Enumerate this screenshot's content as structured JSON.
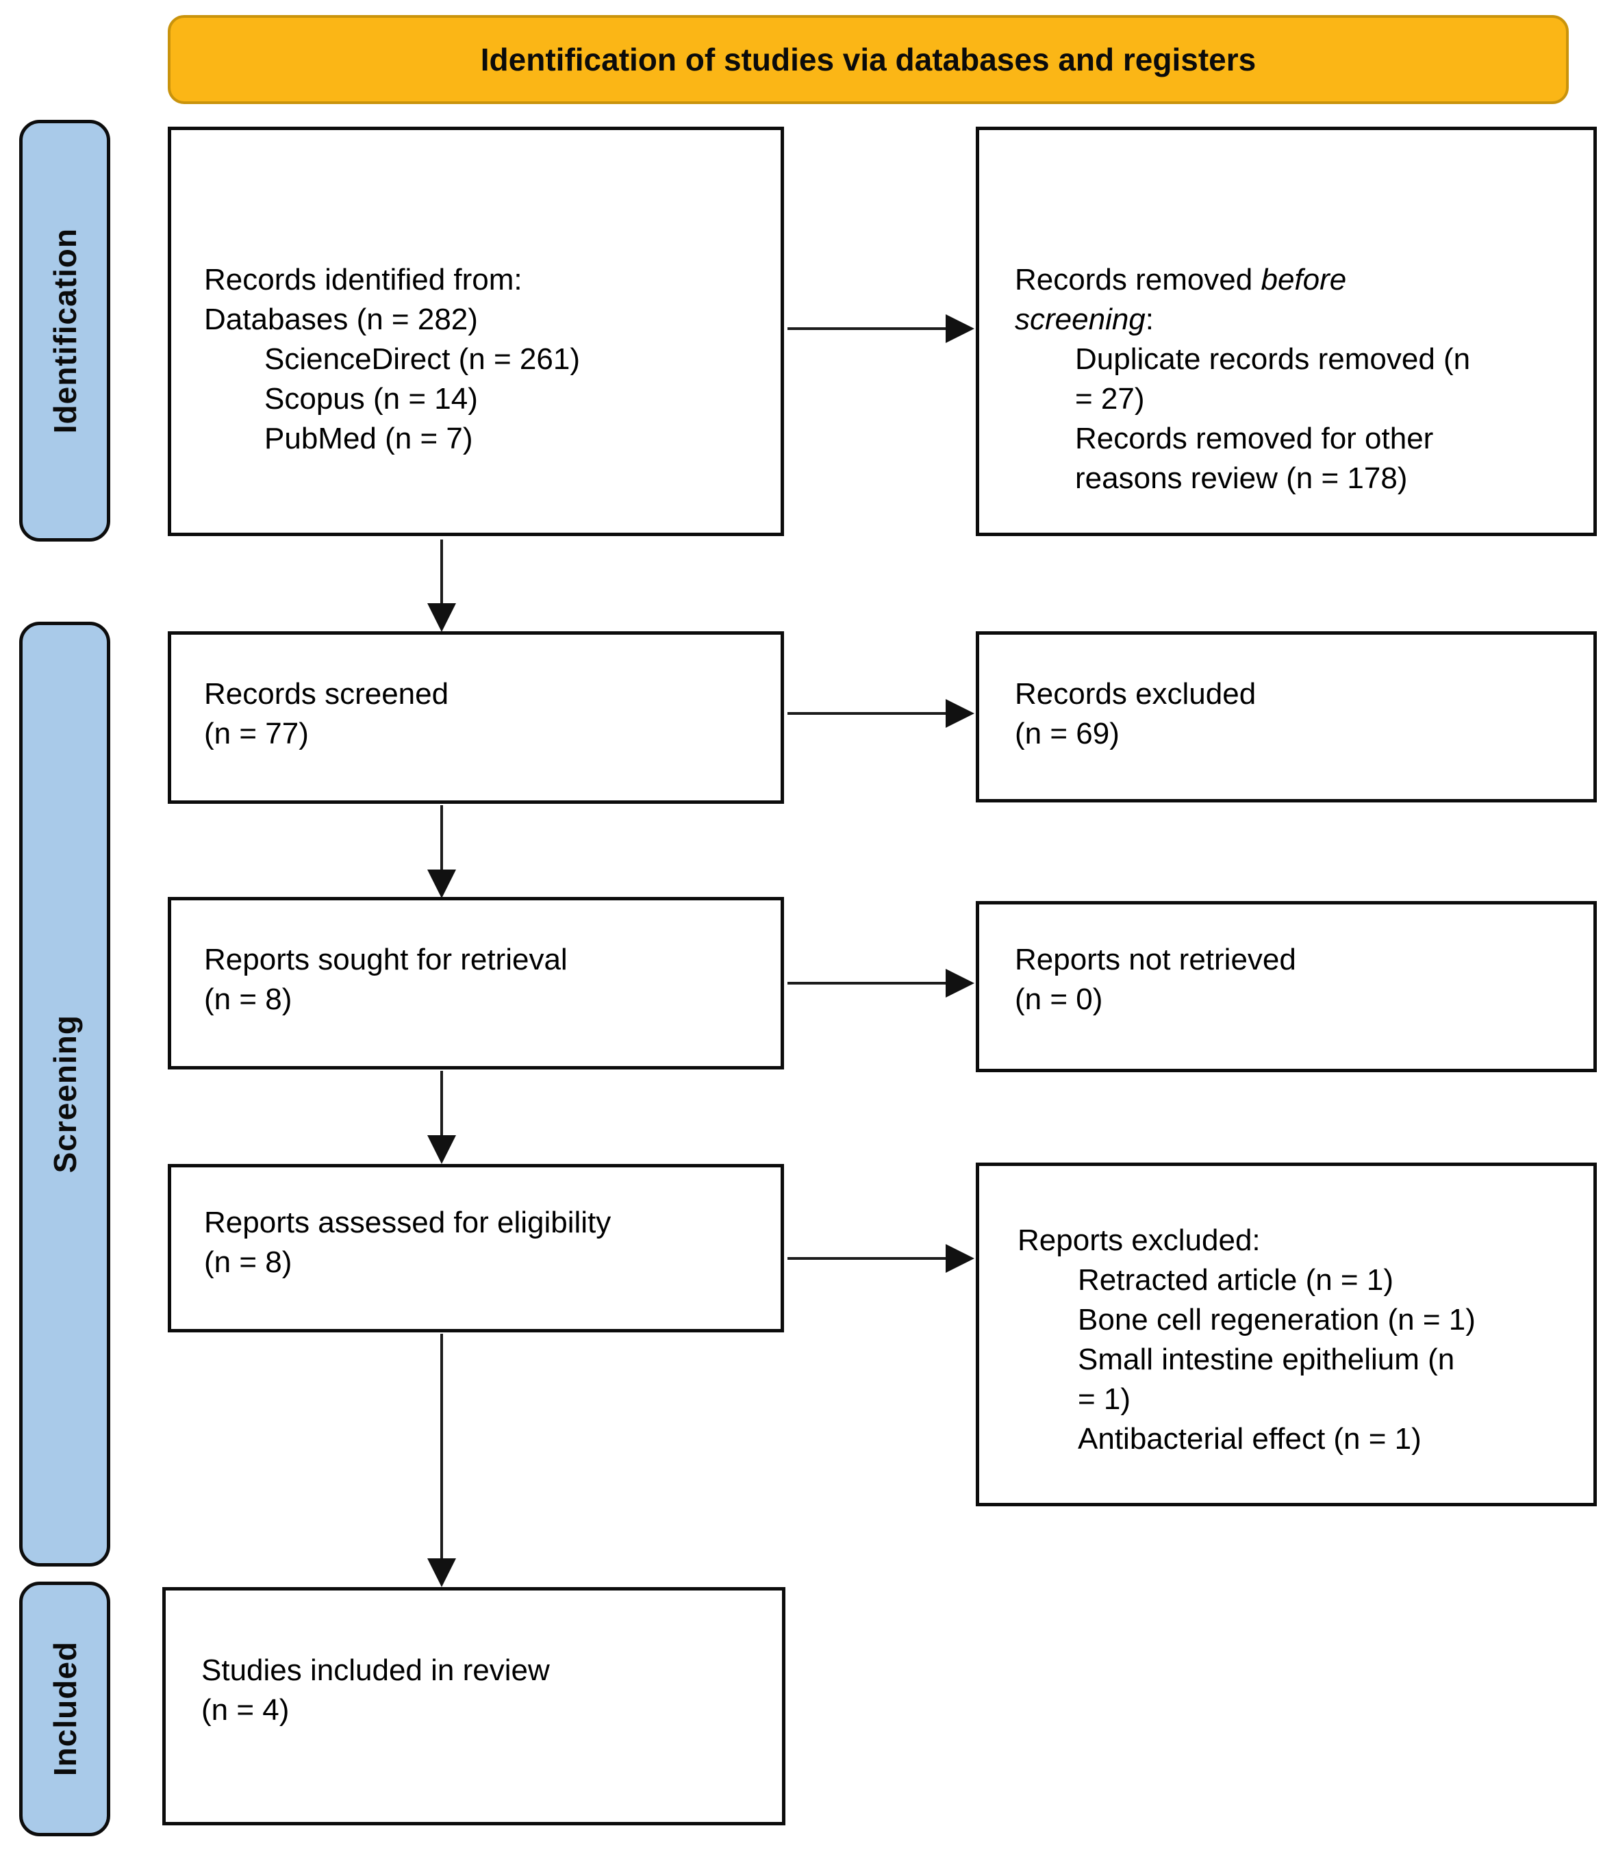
{
  "header": {
    "banner_title": "Identification of studies via databases and registers"
  },
  "colors": {
    "banner_fill": "#FBB616",
    "banner_border": "#C9930C",
    "stage_bar_fill": "#A9CAE9",
    "box_border": "#0C0C0C",
    "arrow": "#1C1C1C"
  },
  "stages": [
    {
      "label": "Identification"
    },
    {
      "label": "Screening"
    },
    {
      "label": "Included"
    }
  ],
  "boxes": {
    "records_identified": {
      "lines": [
        {
          "indent": false,
          "segments": [
            {
              "text": "Records identified from:"
            }
          ]
        },
        {
          "indent": false,
          "segments": [
            {
              "text": "Databases (n = 282)"
            }
          ]
        },
        {
          "indent": true,
          "segments": [
            {
              "text": "ScienceDirect (n = 261)"
            }
          ]
        },
        {
          "indent": true,
          "segments": [
            {
              "text": "Scopus (n = 14)"
            }
          ]
        },
        {
          "indent": true,
          "segments": [
            {
              "text": "PubMed (n = 7)"
            }
          ]
        }
      ]
    },
    "records_removed": {
      "lines": [
        {
          "indent": false,
          "segments": [
            {
              "text": "Records removed "
            },
            {
              "text": "before",
              "italic": true
            }
          ]
        },
        {
          "indent": false,
          "segments": [
            {
              "text": "screening",
              "italic": true
            },
            {
              "text": ":"
            }
          ]
        },
        {
          "indent": true,
          "segments": [
            {
              "text": "Duplicate records removed (n"
            }
          ]
        },
        {
          "indent": true,
          "segments": [
            {
              "text": "= 27)"
            }
          ]
        },
        {
          "indent": true,
          "segments": [
            {
              "text": "Records removed for other"
            }
          ]
        },
        {
          "indent": true,
          "segments": [
            {
              "text": "reasons review (n = 178)"
            }
          ]
        }
      ]
    },
    "records_screened": {
      "lines": [
        {
          "indent": false,
          "segments": [
            {
              "text": "Records screened"
            }
          ]
        },
        {
          "indent": false,
          "segments": [
            {
              "text": "(n = 77)"
            }
          ]
        }
      ]
    },
    "records_excluded": {
      "lines": [
        {
          "indent": false,
          "segments": [
            {
              "text": "Records excluded"
            }
          ]
        },
        {
          "indent": false,
          "segments": [
            {
              "text": "(n = 69)"
            }
          ]
        }
      ]
    },
    "reports_sought": {
      "lines": [
        {
          "indent": false,
          "segments": [
            {
              "text": "Reports sought for retrieval"
            }
          ]
        },
        {
          "indent": false,
          "segments": [
            {
              "text": "(n = 8)"
            }
          ]
        }
      ]
    },
    "reports_not_retrieved": {
      "lines": [
        {
          "indent": false,
          "segments": [
            {
              "text": "Reports not retrieved"
            }
          ]
        },
        {
          "indent": false,
          "segments": [
            {
              "text": "(n = 0)"
            }
          ]
        }
      ]
    },
    "reports_assessed": {
      "lines": [
        {
          "indent": false,
          "segments": [
            {
              "text": "Reports assessed for eligibility"
            }
          ]
        },
        {
          "indent": false,
          "segments": [
            {
              "text": "(n = 8)"
            }
          ]
        }
      ]
    },
    "reports_excluded": {
      "lines": [
        {
          "indent": false,
          "segments": [
            {
              "text": "Reports excluded:"
            }
          ]
        },
        {
          "indent": true,
          "segments": [
            {
              "text": "Retracted article (n = 1)"
            }
          ]
        },
        {
          "indent": true,
          "segments": [
            {
              "text": "Bone cell regeneration (n = 1)"
            }
          ]
        },
        {
          "indent": true,
          "segments": [
            {
              "text": "Small intestine epithelium (n"
            }
          ]
        },
        {
          "indent": true,
          "segments": [
            {
              "text": "= 1)"
            }
          ]
        },
        {
          "indent": true,
          "segments": [
            {
              "text": "Antibacterial effect (n = 1)"
            }
          ]
        }
      ]
    },
    "studies_included": {
      "lines": [
        {
          "indent": false,
          "segments": [
            {
              "text": "Studies included in review"
            }
          ]
        },
        {
          "indent": false,
          "segments": [
            {
              "text": "(n = 4)"
            }
          ]
        }
      ]
    }
  }
}
